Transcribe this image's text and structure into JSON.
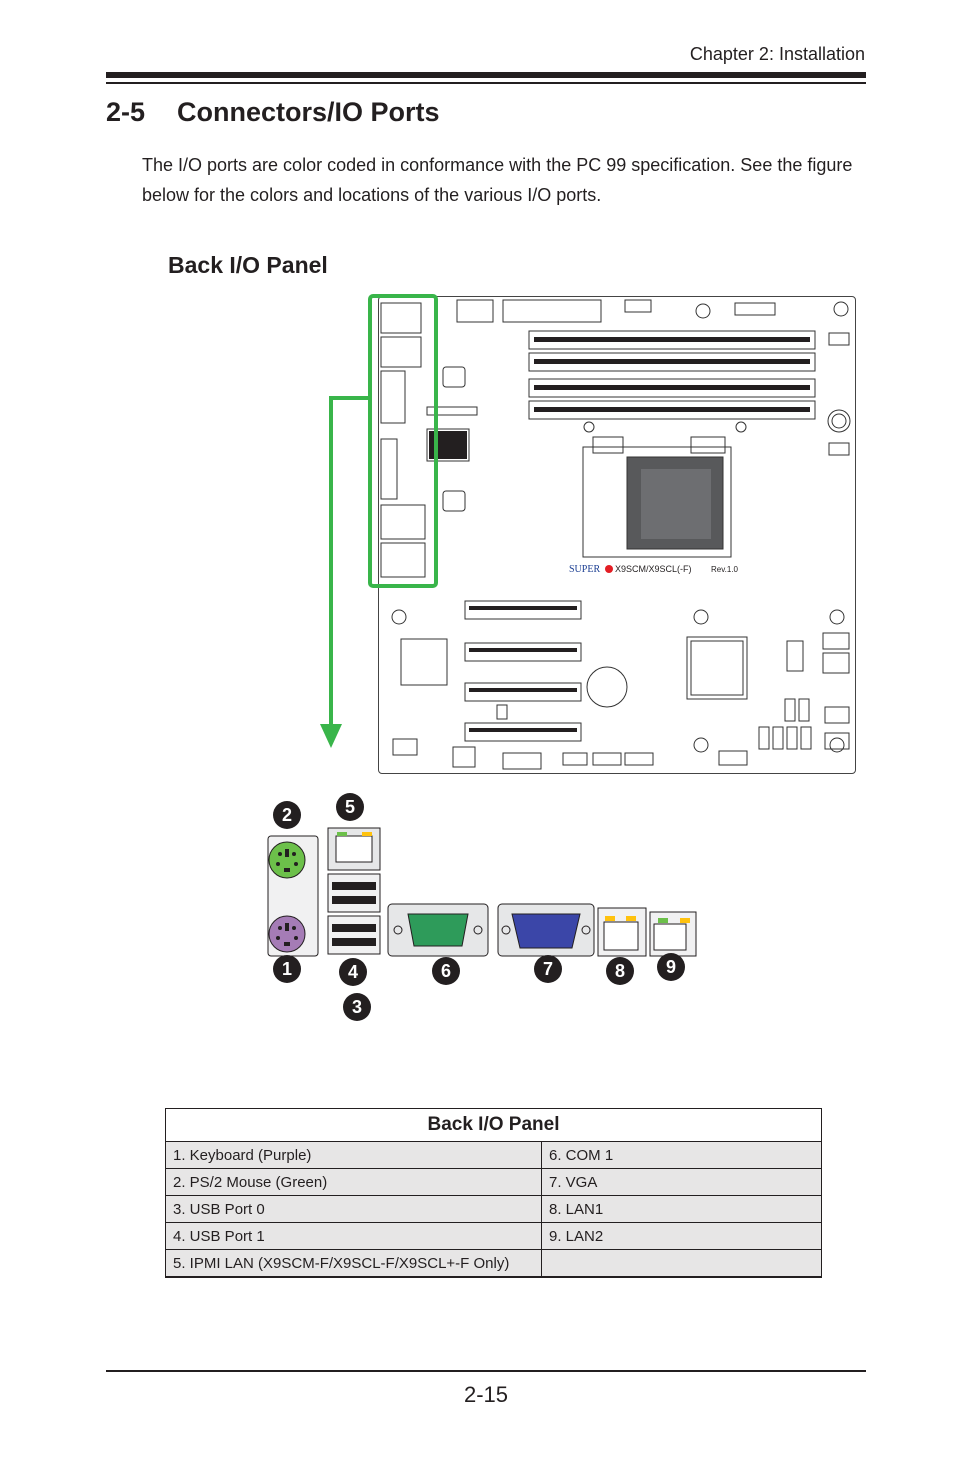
{
  "header": {
    "chapter": "Chapter 2: Installation"
  },
  "section": {
    "number": "2-5",
    "title": "Connectors/IO Ports",
    "intro": "The I/O ports are color coded in conformance with the PC 99 specification. See the figure below for the colors and locations of the various I/O ports."
  },
  "figure": {
    "title": "Back I/O Panel",
    "board_brand": "SUPER",
    "board_model": "X9SCM/X9SCL(-F)",
    "board_rev": "Rev.1.0",
    "callouts": [
      "1",
      "2",
      "3",
      "4",
      "5",
      "6",
      "7",
      "8",
      "9"
    ],
    "colors": {
      "highlight": "#39b54a",
      "keyboard": "#a57cb6",
      "mouse": "#6cc04a",
      "com": "#2e9b5a",
      "vga": "#3b46a8",
      "brand": "#e31e24"
    }
  },
  "table": {
    "title": "Back I/O Panel",
    "rows": [
      [
        "1. Keyboard (Purple)",
        "6. COM 1"
      ],
      [
        "2. PS/2 Mouse (Green)",
        "7. VGA"
      ],
      [
        "3. USB Port 0",
        "8. LAN1"
      ],
      [
        "4. USB Port 1",
        "9. LAN2"
      ],
      [
        "5. IPMI LAN (X9SCM-F/X9SCL-F/X9SCL+-F Only)",
        ""
      ]
    ]
  },
  "footer": {
    "page": "2-15"
  }
}
